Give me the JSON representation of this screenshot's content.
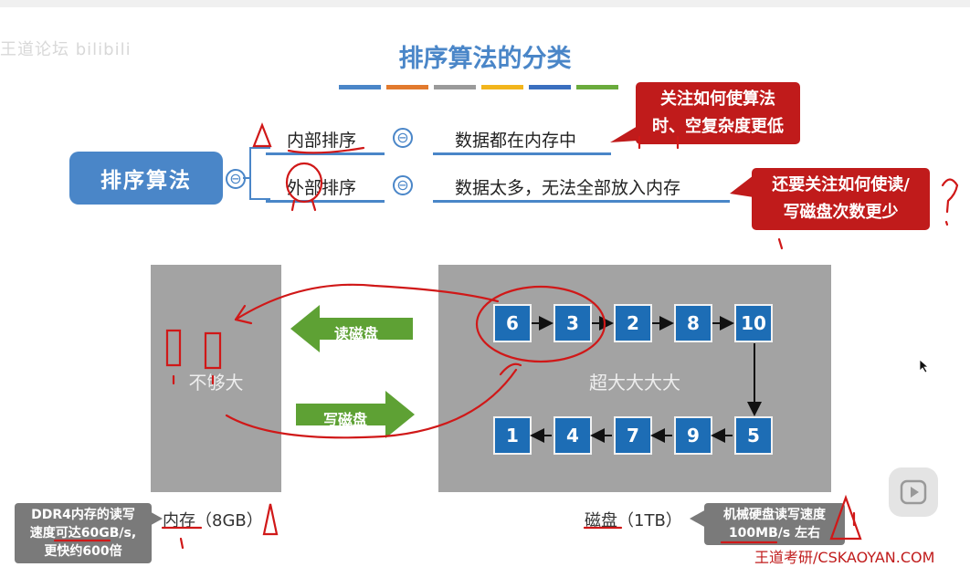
{
  "watermark": "王道论坛 bilibili",
  "title": "排序算法的分类",
  "title_bar_colors": [
    "#4a86c8",
    "#e27a2e",
    "#9a9a9a",
    "#f2b51c",
    "#3a6fbf",
    "#6aab3c"
  ],
  "mindmap": {
    "root": "排序算法",
    "collapse_symbol": "⊖",
    "internal": {
      "label": "内部排序",
      "desc": "数据都在内存中"
    },
    "external": {
      "label": "外部排序",
      "desc": "数据太多，无法全部放入内存"
    }
  },
  "notes": {
    "internal_note": [
      "关注如何使算法",
      "时、空复杂度更低"
    ],
    "external_note": [
      "还要关注如何使读/",
      "写磁盘次数更少"
    ]
  },
  "memory_box": {
    "label": "不够大",
    "footer": "内存（8GB）"
  },
  "disk_box": {
    "label": "超大大大大",
    "footer": "磁盘（1TB）"
  },
  "arrows": {
    "read": "读磁盘",
    "write": "写磁盘"
  },
  "disk_sequence_top": [
    "6",
    "3",
    "2",
    "8",
    "10"
  ],
  "disk_sequence_bottom": [
    "1",
    "4",
    "7",
    "9",
    "5"
  ],
  "ddr_note": [
    "DDR4内存的读写",
    "速度可达60GB/s,",
    "更快约600倍"
  ],
  "hdd_note": [
    "机械硬盘读写速度",
    "100MB/s 左右"
  ],
  "brand": "王道考研/CSKAOYAN.COM"
}
